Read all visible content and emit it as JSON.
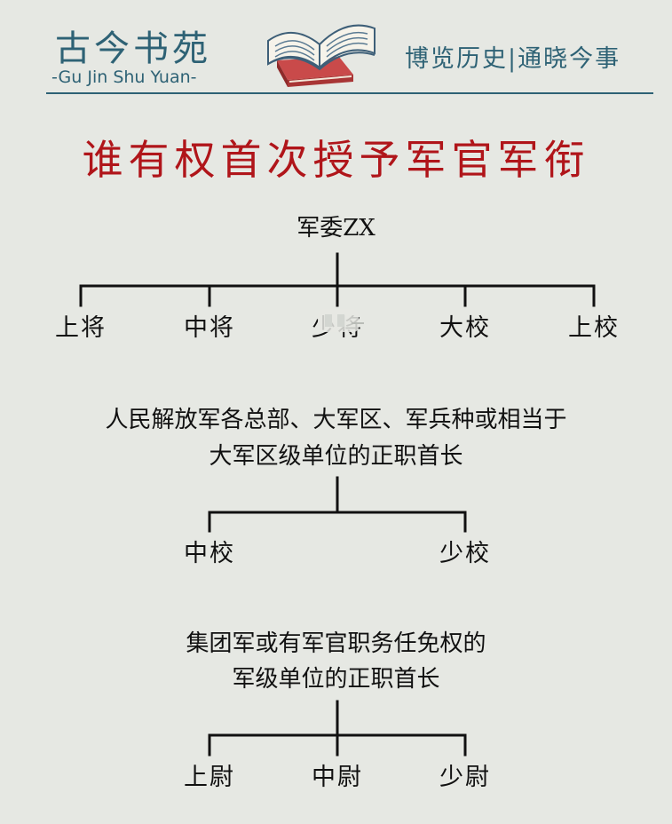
{
  "header": {
    "brand_cn": "古今书苑",
    "brand_en": "-Gu Jin Shu Yuan-",
    "slogan": "博览历史|通晓今事",
    "logo_icon": "open-book-icon",
    "accent": "#2e6275"
  },
  "title": "谁有权首次授予军官军衔",
  "title_color": "#b0151a",
  "groups": [
    {
      "authority_lines": [
        "军委ZX"
      ],
      "ranks": [
        "上将",
        "中将",
        "少将",
        "大校",
        "上校"
      ]
    },
    {
      "authority_lines": [
        "人民解放军各总部、大军区、军兵种或相当于",
        "大军区级单位的正职首长"
      ],
      "ranks": [
        "中校",
        "少校"
      ]
    },
    {
      "authority_lines": [
        "集团军或有军官职务任免权的",
        "军级单位的正职首长"
      ],
      "ranks": [
        "上尉",
        "中尉",
        "少尉"
      ]
    }
  ]
}
